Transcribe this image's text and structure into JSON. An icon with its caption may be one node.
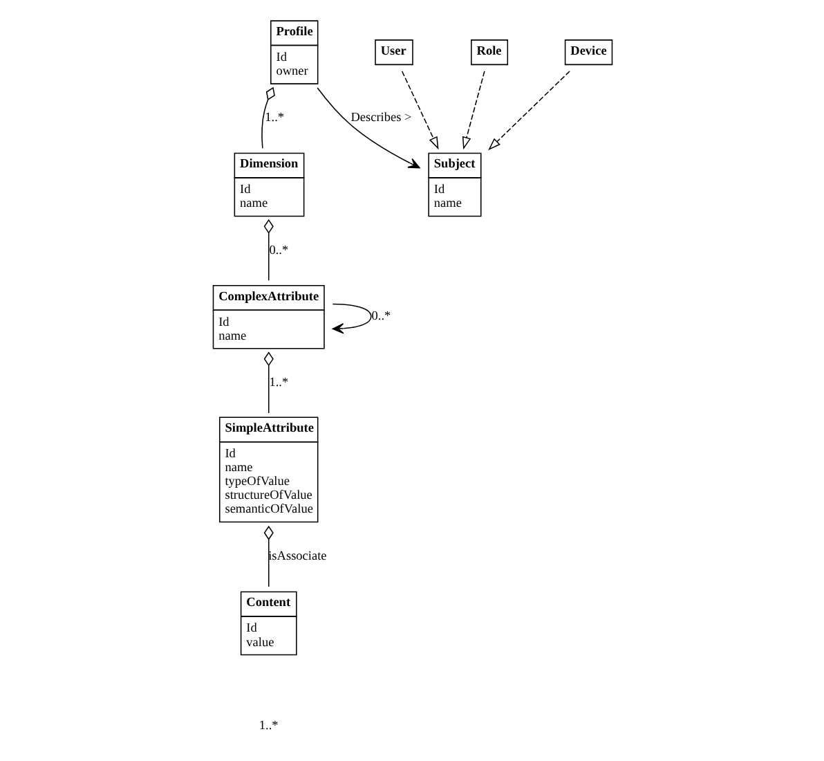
{
  "diagram": {
    "nodes": [
      {
        "text": [
          "Profile",
          "Id",
          "owner"
        ]
      },
      {
        "text": [
          "Subject",
          "Id",
          "name"
        ]
      },
      {
        "text": [
          "Dimension",
          "Id",
          "name"
        ]
      },
      {
        "text": [
          "User"
        ]
      },
      {
        "text": [
          "Role"
        ]
      },
      {
        "text": [
          "Device"
        ]
      },
      {
        "text": [
          "ComplexAttribute",
          "Id",
          "name"
        ]
      },
      {
        "text": [
          "Content",
          "Id",
          "value"
        ]
      },
      {
        "text": [
          "SimpleAttribute",
          "Id",
          "name",
          "typeOfValue",
          "structureOfValue",
          "semanticOfValue"
        ]
      }
    ],
    "edges": [
      {
        "from": 0,
        "to": 1,
        "arrow": "to",
        "label": "Describes >"
      },
      {
        "from": 0,
        "to": 2,
        "arrow": "other",
        "label": "1..*"
      },
      {
        "from": 3,
        "to": 1,
        "arrow": "to",
        "style": "dashed"
      },
      {
        "from": 4,
        "to": 1,
        "arrow": "to",
        "style": "dashed"
      },
      {
        "from": 5,
        "to": 1,
        "arrow": "to",
        "style": "dashed"
      },
      {
        "from": 2,
        "to": 6,
        "arrow": "other",
        "label": "0..*"
      },
      {
        "from": 6,
        "to": 6,
        "arrow": "to",
        "label": "0..*"
      },
      {
        "from": 6,
        "to": 8,
        "arrow": "other",
        "label": "1..*"
      },
      {
        "from": 8,
        "to": 7,
        "arrow": "other",
        "label": "isAssociate"
      }
    ],
    "labels": [
      "1..*"
    ]
  }
}
